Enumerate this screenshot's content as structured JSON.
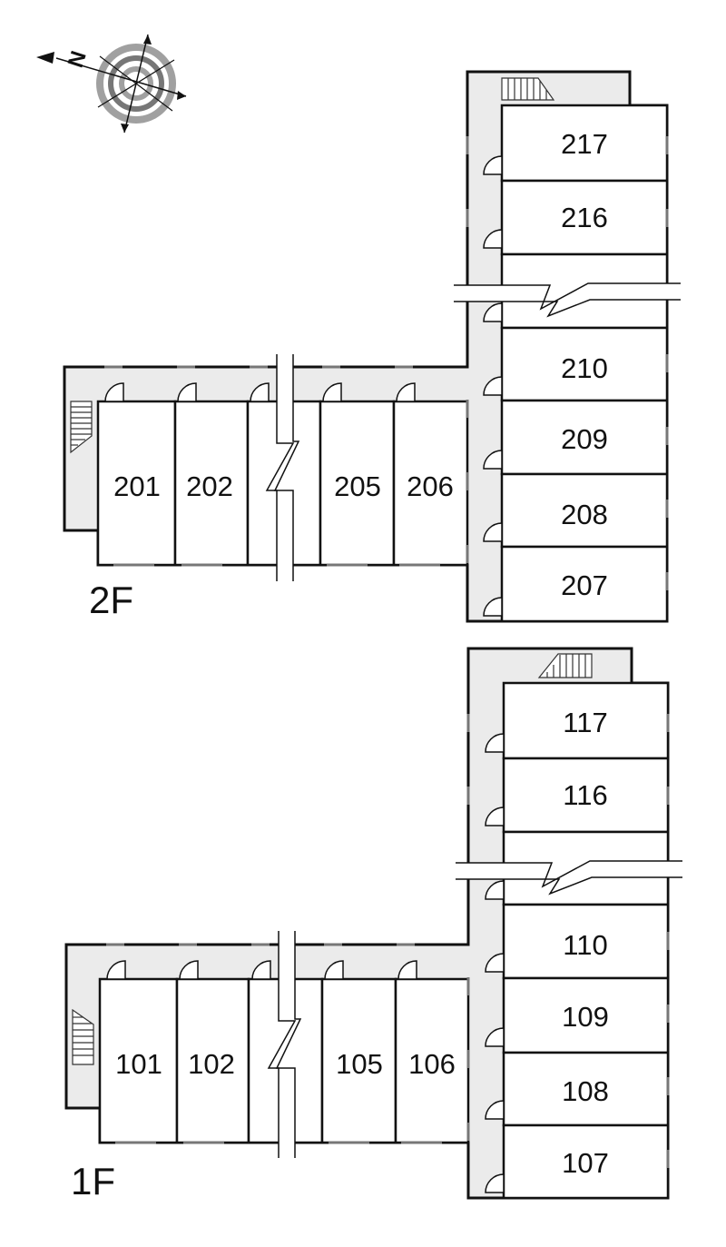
{
  "floors": {
    "f2": {
      "label": "2F",
      "rooms_vertical": [
        "217",
        "216",
        "210",
        "209",
        "208",
        "207"
      ],
      "rooms_horizontal": [
        "201",
        "202",
        "205",
        "206"
      ]
    },
    "f1": {
      "label": "1F",
      "rooms_vertical": [
        "117",
        "116",
        "110",
        "109",
        "108",
        "107"
      ],
      "rooms_horizontal": [
        "101",
        "102",
        "105",
        "106"
      ]
    }
  },
  "compass": {
    "north_letter": "N"
  },
  "colors": {
    "corridor": "#ebebeb",
    "line": "#111111",
    "compass_ring": "#a0a0a0"
  }
}
